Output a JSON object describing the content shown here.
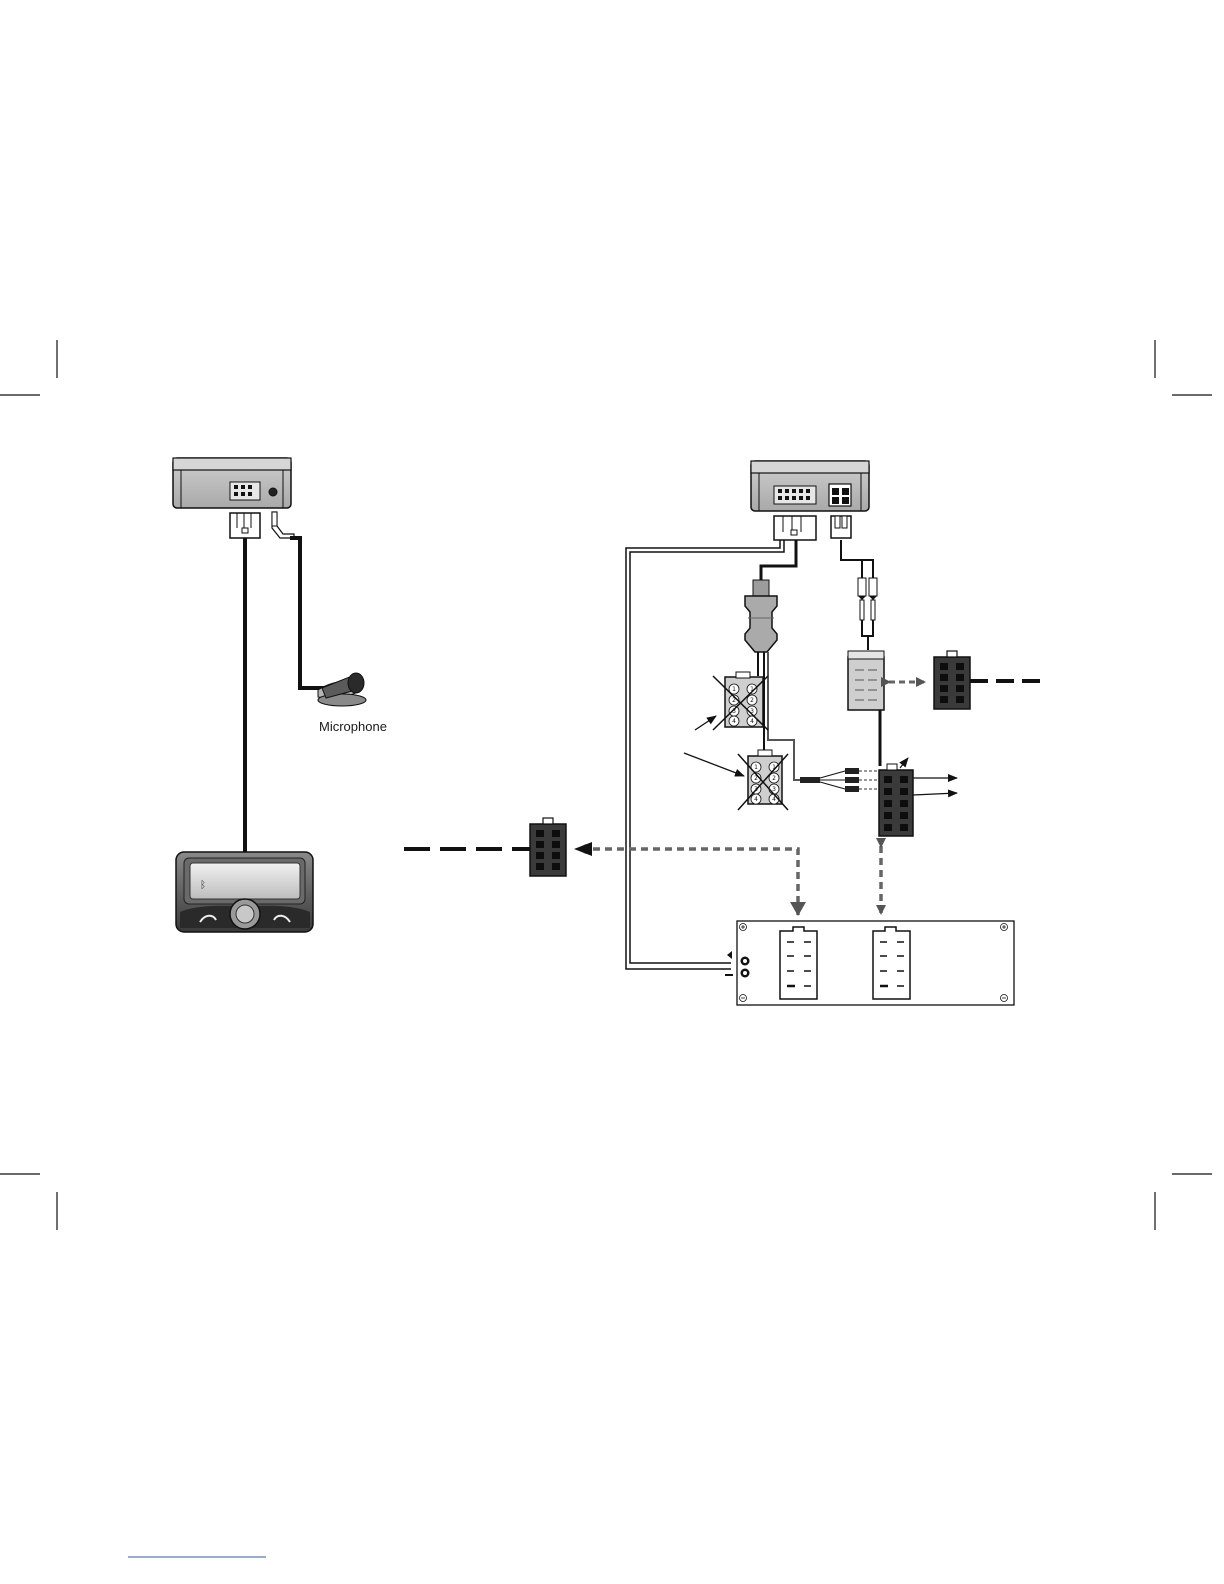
{
  "labels": {
    "microphone": "Microphone"
  },
  "icons": {
    "left_unit": "handsfree-box-icon",
    "microphone": "microphone-icon",
    "display": "control-display-icon",
    "right_unit": "handsfree-box-icon",
    "car_stereo": "car-radio-rear-panel-icon",
    "pin_numbers": [
      "1",
      "1",
      "2",
      "2",
      "3",
      "3",
      "4",
      "4"
    ]
  },
  "colors": {
    "line": "#111111",
    "unit_fill": "#bdbdbd",
    "connector_dark": "#333333",
    "connector_light": "#cfcfcf",
    "dashed_gray": "#666666"
  }
}
